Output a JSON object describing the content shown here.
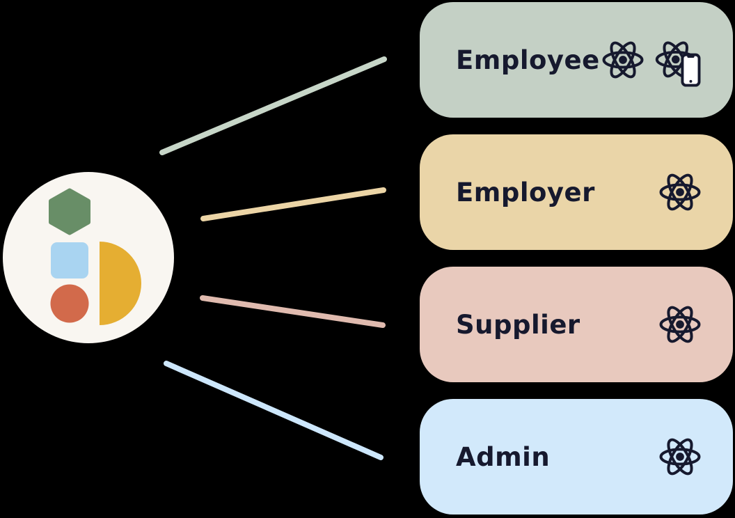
{
  "diagram_title": "Central product hub connecting four React client apps",
  "colors": {
    "background": "#000000",
    "text": "#16192E",
    "hub_circle": "#F9F6F1",
    "phone_fill": "#FFFFFF"
  },
  "hub": {
    "shapes": {
      "hexagon": "#688E67",
      "square": "#A9D4F1",
      "dot": "#D26A4B",
      "half_disc": "#E5AE32"
    }
  },
  "cards": [
    {
      "label": "Employee",
      "bg": "#C4D0C5",
      "line_color": "#C7D6C8",
      "icons": [
        "react-icon",
        "react-native-icon"
      ]
    },
    {
      "label": "Employer",
      "bg": "#EAD5A8",
      "line_color": "#ECD5A6",
      "icons": [
        "react-icon"
      ]
    },
    {
      "label": "Supplier",
      "bg": "#E8C9BE",
      "line_color": "#E0BBAF",
      "icons": [
        "react-icon"
      ]
    },
    {
      "label": "Admin",
      "bg": "#D2E9FB",
      "line_color": "#CDE7FC",
      "icons": [
        "react-icon"
      ]
    }
  ]
}
